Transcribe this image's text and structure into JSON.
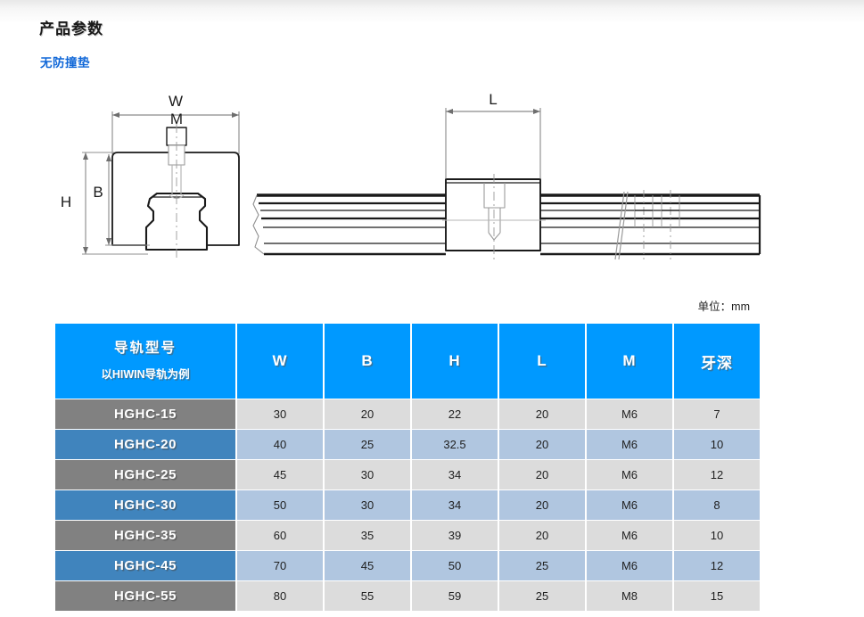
{
  "page": {
    "title": "产品参数",
    "subtitle": "无防撞垫",
    "unit_note": "单位：mm"
  },
  "drawings": {
    "front_view": {
      "name": "front-cross-section",
      "labels": {
        "width": "W",
        "block_height": "B",
        "total_height": "H",
        "screw": "M"
      }
    },
    "side_view": {
      "name": "side-elevation",
      "labels": {
        "length": "L"
      }
    }
  },
  "table": {
    "columns": [
      {
        "key": "model",
        "label": "导轨型号",
        "sublabel": "以HIWIN导轨为例"
      },
      {
        "key": "W",
        "label": "W"
      },
      {
        "key": "B",
        "label": "B"
      },
      {
        "key": "H",
        "label": "H"
      },
      {
        "key": "L",
        "label": "L"
      },
      {
        "key": "M",
        "label": "M"
      },
      {
        "key": "depth",
        "label": "牙深"
      }
    ],
    "rows": [
      {
        "model": "HGHC-15",
        "W": "30",
        "B": "20",
        "H": "22",
        "L": "20",
        "M": "M6",
        "depth": "7",
        "style": "row-gray"
      },
      {
        "model": "HGHC-20",
        "W": "40",
        "B": "25",
        "H": "32.5",
        "L": "20",
        "M": "M6",
        "depth": "10",
        "style": "row-blue"
      },
      {
        "model": "HGHC-25",
        "W": "45",
        "B": "30",
        "H": "34",
        "L": "20",
        "M": "M6",
        "depth": "12",
        "style": "row-gray"
      },
      {
        "model": "HGHC-30",
        "W": "50",
        "B": "30",
        "H": "34",
        "L": "20",
        "M": "M6",
        "depth": "8",
        "style": "row-blue"
      },
      {
        "model": "HGHC-35",
        "W": "60",
        "B": "35",
        "H": "39",
        "L": "20",
        "M": "M6",
        "depth": "10",
        "style": "row-gray"
      },
      {
        "model": "HGHC-45",
        "W": "70",
        "B": "45",
        "H": "50",
        "L": "25",
        "M": "M6",
        "depth": "12",
        "style": "row-blue"
      },
      {
        "model": "HGHC-55",
        "W": "80",
        "B": "55",
        "H": "59",
        "L": "25",
        "M": "M8",
        "depth": "15",
        "style": "row-gray"
      }
    ]
  },
  "colors": {
    "header_blue": "#0099ff",
    "row_gray": "#818181",
    "row_blue": "#4084bd",
    "cell_gray": "#dcdcdc",
    "cell_blue": "#b0c6e0",
    "link_blue": "#1168d8"
  }
}
